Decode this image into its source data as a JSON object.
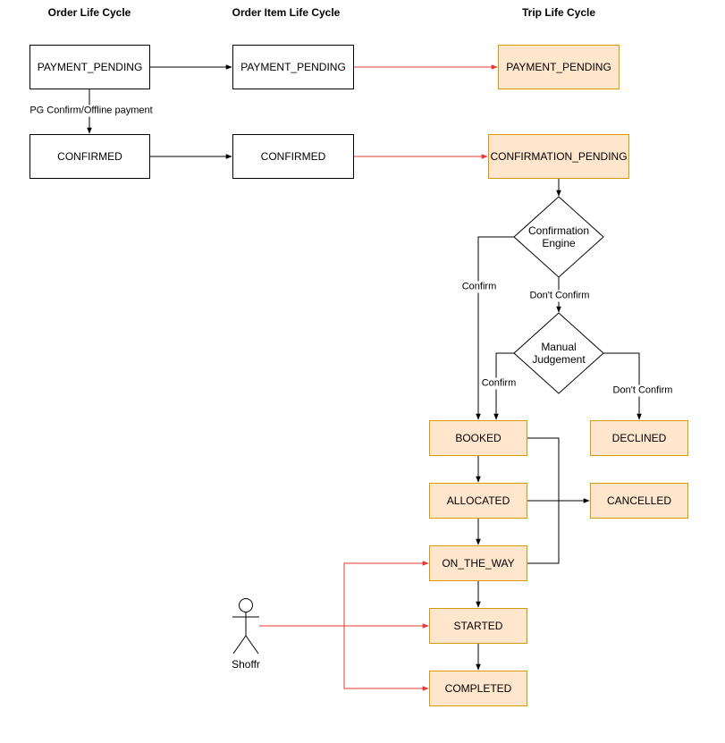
{
  "titles": {
    "order": "Order Life Cycle",
    "order_item": "Order Item Life Cycle",
    "trip": "Trip Life Cycle"
  },
  "order": {
    "payment_pending": "PAYMENT_PENDING",
    "confirmed": "CONFIRMED",
    "transition_label": "PG Confirm/Offline payment"
  },
  "order_item": {
    "payment_pending": "PAYMENT_PENDING",
    "confirmed": "CONFIRMED"
  },
  "trip": {
    "payment_pending": "PAYMENT_PENDING",
    "confirmation_pending": "CONFIRMATION_PENDING",
    "confirmation_engine": "Confirmation Engine",
    "manual_judgement": "Manual Judgement",
    "booked": "BOOKED",
    "allocated": "ALLOCATED",
    "on_the_way": "ON_THE_WAY",
    "started": "STARTED",
    "completed": "COMPLETED",
    "declined": "DECLINED",
    "cancelled": "CANCELLED",
    "edge_confirm_engine": "Confirm",
    "edge_dont_confirm_engine": "Don't Confirm",
    "edge_confirm_manual": "Confirm",
    "edge_dont_confirm_manual": "Don't Confirm"
  },
  "actor": {
    "name": "Shoffr"
  },
  "colors": {
    "trip_fill": "#ffe6cc",
    "trip_stroke": "#d79b00",
    "cross_lane_arrow": "#e53935",
    "line": "#000000"
  }
}
